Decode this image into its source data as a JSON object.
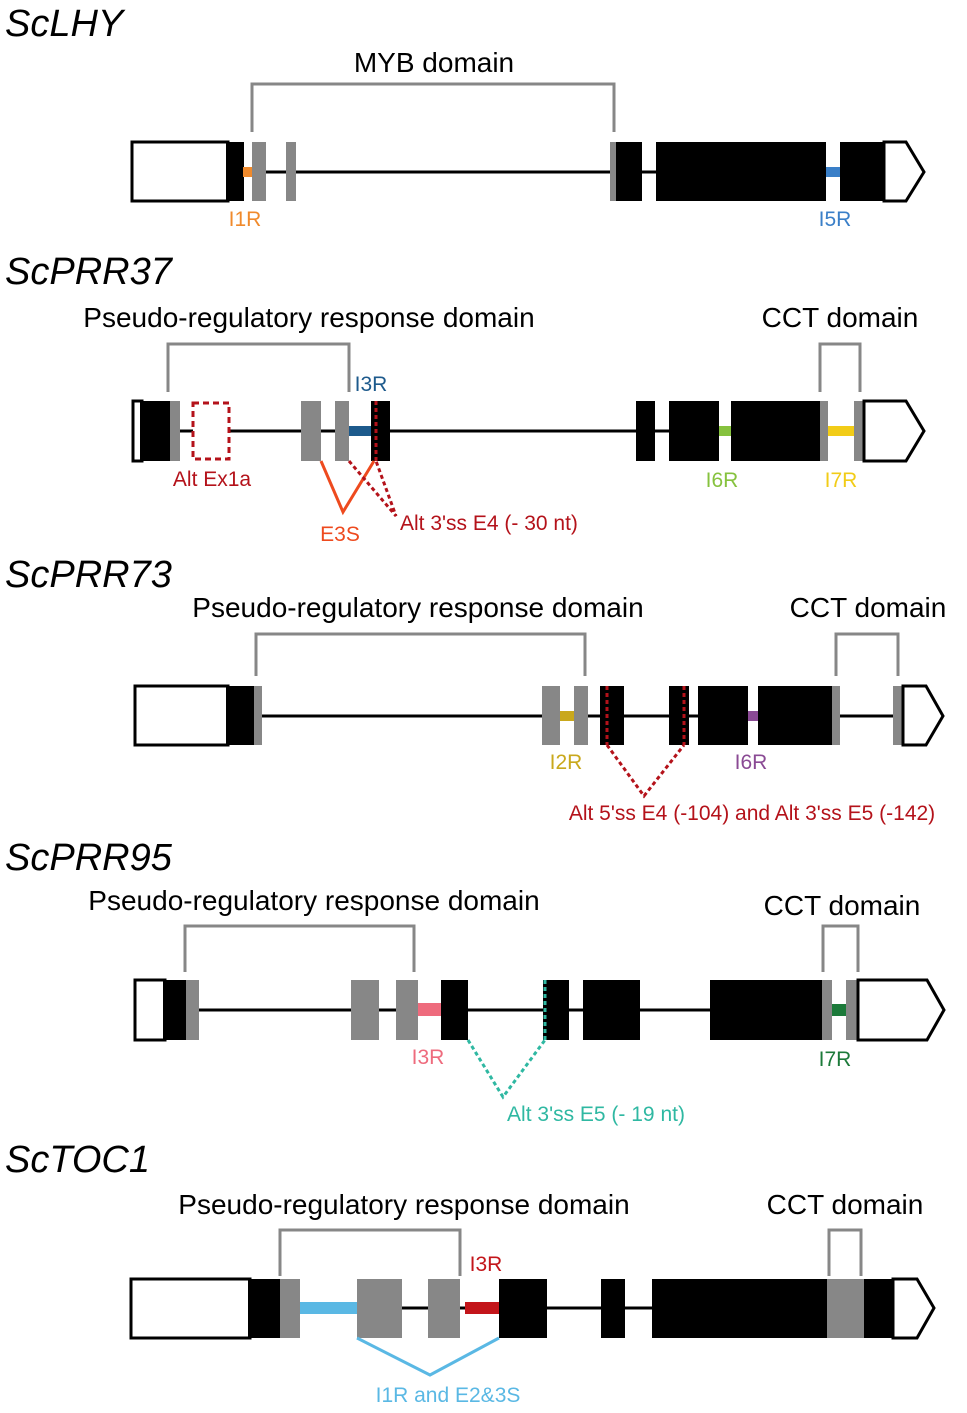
{
  "colors": {
    "black": "#000000",
    "grey": "#878787",
    "orange": "#f08a2c",
    "blue": "#3a7fc8",
    "darkblue": "#1d5a8c",
    "darkred": "#b4121a",
    "orangered": "#ee4a1e",
    "green": "#86c23e",
    "yellow": "#f2cc17",
    "mustard": "#c9a81c",
    "purple": "#8a4a94",
    "pink": "#ee6b7d",
    "teal": "#2fb8a2",
    "darkgreen": "#1c7a3a",
    "lightblue": "#5ab8e4",
    "red": "#c3151a"
  },
  "genes": [
    {
      "name": "ScLHY",
      "domains": [
        {
          "label": "MYB domain"
        }
      ],
      "events": [
        {
          "label": "I1R",
          "color": "orange"
        },
        {
          "label": "I5R",
          "color": "blue"
        }
      ]
    },
    {
      "name": "ScPRR37",
      "domains": [
        {
          "label": "Pseudo-regulatory response domain"
        },
        {
          "label": "CCT domain"
        }
      ],
      "events": [
        {
          "label": "I3R",
          "color": "darkblue"
        },
        {
          "label": "Alt Ex1a",
          "color": "darkred"
        },
        {
          "label": "E3S",
          "color": "orangered"
        },
        {
          "label": "Alt 3'ss E4 (- 30 nt)",
          "color": "darkred"
        },
        {
          "label": "I6R",
          "color": "green"
        },
        {
          "label": "I7R",
          "color": "yellow"
        }
      ]
    },
    {
      "name": "ScPRR73",
      "domains": [
        {
          "label": "Pseudo-regulatory response domain"
        },
        {
          "label": "CCT domain"
        }
      ],
      "events": [
        {
          "label": "I2R",
          "color": "mustard"
        },
        {
          "label": "I6R",
          "color": "purple"
        },
        {
          "label": "Alt 5'ss E4 (-104) and Alt 3'ss E5 (-142)",
          "color": "darkred"
        }
      ]
    },
    {
      "name": "ScPRR95",
      "domains": [
        {
          "label": "Pseudo-regulatory response domain"
        },
        {
          "label": "CCT domain"
        }
      ],
      "events": [
        {
          "label": "I3R",
          "color": "pink"
        },
        {
          "label": "Alt 3'ss E5 (- 19 nt)",
          "color": "teal"
        },
        {
          "label": "I7R",
          "color": "darkgreen"
        }
      ]
    },
    {
      "name": "ScTOC1",
      "domains": [
        {
          "label": "Pseudo-regulatory response domain"
        },
        {
          "label": "CCT domain"
        }
      ],
      "events": [
        {
          "label": "I3R",
          "color": "red"
        },
        {
          "label": "I1R and E2&3S",
          "color": "lightblue"
        }
      ]
    }
  ]
}
